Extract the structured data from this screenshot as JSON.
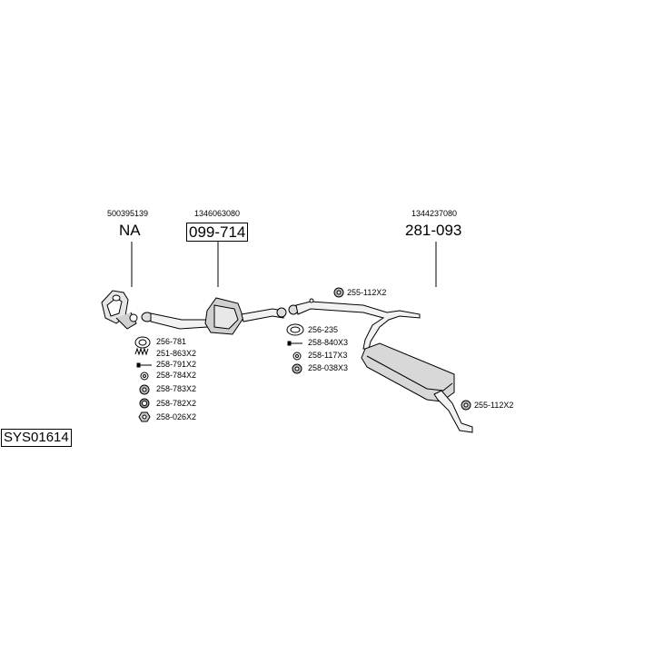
{
  "system_code": "SYS01614",
  "groups": [
    {
      "oem": "500395139",
      "part": "NA"
    },
    {
      "oem": "1346063080",
      "part": "099-714"
    },
    {
      "oem": "1344237080",
      "part": "281-093"
    }
  ],
  "hardware": {
    "front": [
      "256-781",
      "251-863X2",
      "258-791X2",
      "258-784X2",
      "258-783X2",
      "258-782X2",
      "258-026X2"
    ],
    "middle": [
      "256-235",
      "258-840X3",
      "258-117X3",
      "258-038X3"
    ],
    "rear_top": "255-112X2",
    "rear_bottom": "255-112X2"
  }
}
